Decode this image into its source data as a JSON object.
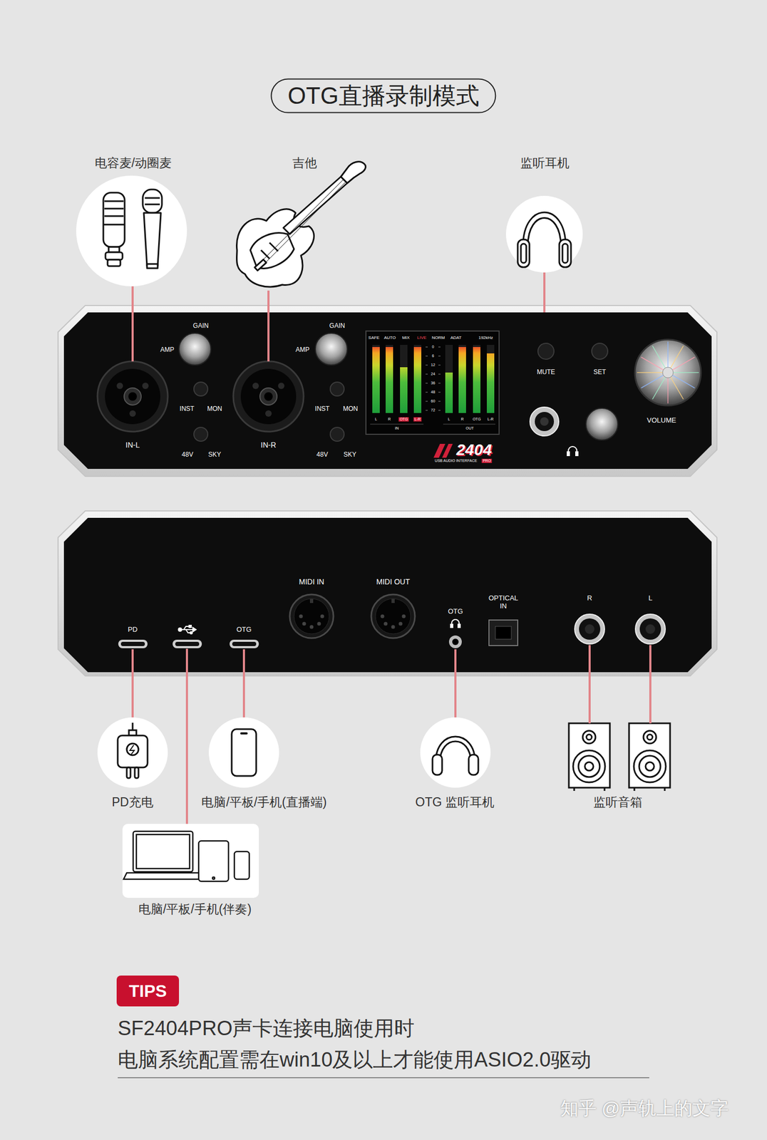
{
  "diagram": {
    "title": "OTG直播录制模式",
    "nodes": [
      {
        "text": [
          "电容麦/动圈麦"
        ]
      },
      {
        "text": [
          "吉他"
        ]
      },
      {
        "text": [
          "监听耳机"
        ]
      },
      {
        "text": [
          "2404",
          "USB AUDIO INTERFACE",
          "PRO"
        ]
      },
      {
        "text": [
          "IN-L"
        ],
        "in": 3
      },
      {
        "text": [
          "IN-R"
        ],
        "in": 3
      },
      {
        "text": [
          "MIDI IN",
          "MIDI OUT",
          "OPTICAL IN"
        ]
      },
      {
        "text": [
          "PD"
        ],
        "in": 6
      },
      {
        "text": [
          "OTG"
        ],
        "in": 6
      },
      {
        "text": [
          "OTG"
        ],
        "in": 6
      },
      {
        "text": [
          "R"
        ],
        "in": 6
      },
      {
        "text": [
          "L"
        ],
        "in": 6
      },
      {
        "text": [
          "PD充电"
        ]
      },
      {
        "text": [
          "电脑/平板/手机(直播端)"
        ]
      },
      {
        "text": [
          "OTG 监听耳机"
        ]
      },
      {
        "text": [
          "监听音箱"
        ]
      },
      {
        "text": [
          "电脑/平板/手机(伴奏)"
        ]
      },
      {
        "text": [
          "TIPS"
        ]
      }
    ],
    "edges": [
      {
        "from": 0,
        "to": 4,
        "arrow": "none"
      },
      {
        "from": 1,
        "to": 5,
        "arrow": "none"
      },
      {
        "from": 2,
        "to": 3,
        "arrow": "none"
      },
      {
        "from": 7,
        "to": 12,
        "arrow": "none"
      },
      {
        "from": 6,
        "to": 16,
        "arrow": "none"
      },
      {
        "from": 8,
        "to": 13,
        "arrow": "none"
      },
      {
        "from": 9,
        "to": 14,
        "arrow": "none"
      },
      {
        "from": 10,
        "to": 15,
        "arrow": "none"
      },
      {
        "from": 11,
        "to": 15,
        "arrow": "none"
      }
    ],
    "labels": [
      "GAIN",
      "AMP",
      "INST",
      "MON",
      "48V",
      "SKY",
      "GAIN",
      "AMP",
      "INST",
      "MON",
      "48V",
      "SKY",
      "SAFE",
      "AUTO",
      "MIX",
      "LIVE",
      "NORM",
      "ADAT",
      "192kHz",
      "0",
      "6",
      "12",
      "24",
      "36",
      "48",
      "60",
      "72",
      "L",
      "R",
      "OTG",
      "L-R",
      "L",
      "R",
      "OTG",
      "L-R",
      "IN",
      "OUT",
      "MUTE",
      "SET",
      "VOLUME",
      "SF2404PRO声卡连接电脑使用时",
      "电脑系统配置需在win10及以上才能使用ASIO2.0驱动",
      "知乎 @声轨上的文字"
    ]
  }
}
